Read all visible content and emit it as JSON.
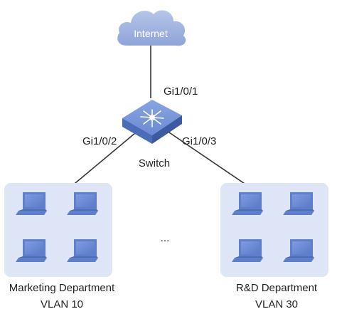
{
  "diagram": {
    "cloud": {
      "label": "Internet",
      "icon": "cloud-icon",
      "color": "#9fb3df"
    },
    "switch": {
      "label": "Switch",
      "icon": "switch-icon",
      "color": "#6f8fd6"
    },
    "ports": {
      "uplink": "Gi1/0/1",
      "left": "Gi1/0/2",
      "right": "Gi1/0/3"
    },
    "ellipsis": "...",
    "groups": [
      {
        "name": "Marketing Department",
        "vlan": "VLAN 10",
        "device_icon": "laptop-icon",
        "device_count": 4
      },
      {
        "name": "R&D Department",
        "vlan": "VLAN 30",
        "device_icon": "laptop-icon",
        "device_count": 4
      }
    ],
    "colors": {
      "group_bg": "#dde5f6",
      "device": "#6f8fd6",
      "line": "#333333"
    }
  }
}
